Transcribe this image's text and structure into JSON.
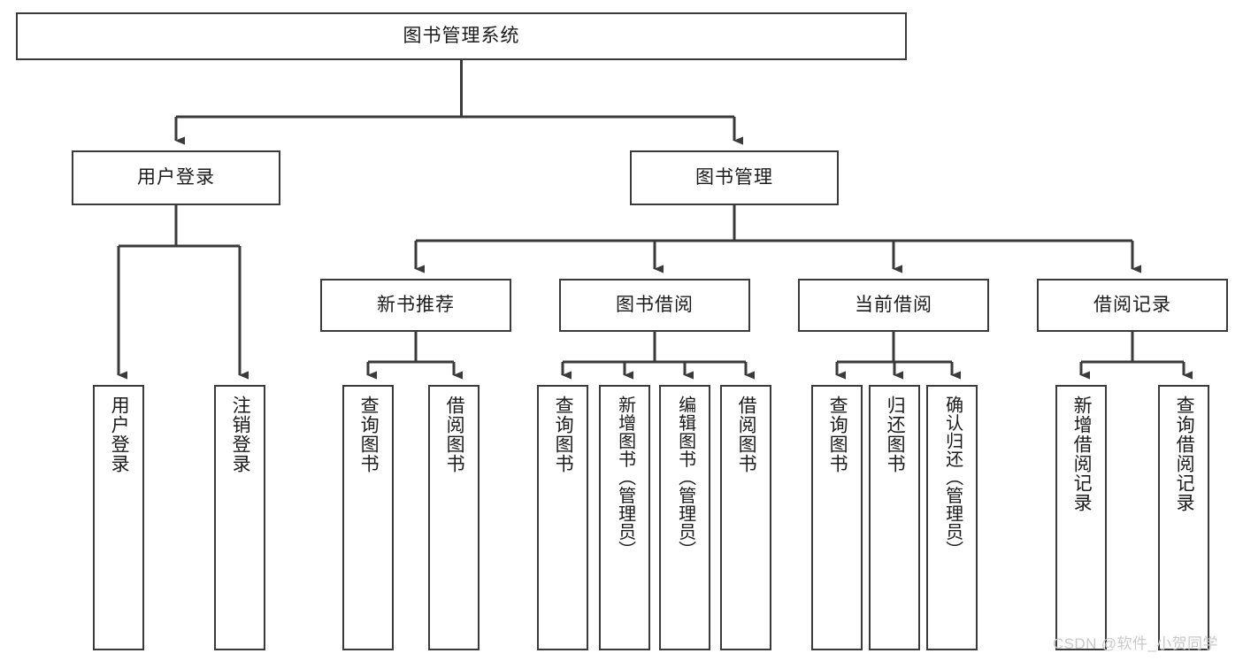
{
  "diagram": {
    "title": "图书管理系统",
    "type": "功能结构图",
    "watermark": "CSDN @软件_小贺同学",
    "colors": {
      "background": "#ffffff",
      "box_border": "#3a3a3a",
      "box_fill": "#ffffff",
      "text": "#1b1b1b",
      "connector": "#3a3a3a",
      "watermark": "#c9c9c9"
    },
    "root": {
      "id": "root",
      "label": "图书管理系统"
    },
    "level2": [
      {
        "id": "user-login",
        "label": "用户登录"
      },
      {
        "id": "book-manage",
        "label": "图书管理"
      }
    ],
    "level3": [
      {
        "id": "new-book-rec",
        "label": "新书推荐"
      },
      {
        "id": "book-borrow",
        "label": "图书借阅"
      },
      {
        "id": "current-borrow",
        "label": "当前借阅"
      },
      {
        "id": "borrow-record",
        "label": "借阅记录"
      }
    ],
    "leaves": [
      {
        "id": "leaf-user-login",
        "label": "用户登录",
        "parent": "user-login"
      },
      {
        "id": "leaf-user-logout",
        "label": "注销登录",
        "parent": "user-login"
      },
      {
        "id": "leaf-rec-query-book",
        "label": "查询图书",
        "parent": "new-book-rec"
      },
      {
        "id": "leaf-rec-borrow-book",
        "label": "借阅图书",
        "parent": "new-book-rec"
      },
      {
        "id": "leaf-bb-query-book",
        "label": "查询图书",
        "parent": "book-borrow"
      },
      {
        "id": "leaf-bb-add-book",
        "label": "新增图书（管理员）",
        "parent": "book-borrow"
      },
      {
        "id": "leaf-bb-edit-book",
        "label": "编辑图书（管理员）",
        "parent": "book-borrow"
      },
      {
        "id": "leaf-bb-borrow-book",
        "label": "借阅图书",
        "parent": "book-borrow"
      },
      {
        "id": "leaf-cb-query-book",
        "label": "查询图书",
        "parent": "current-borrow"
      },
      {
        "id": "leaf-cb-return-book",
        "label": "归还图书",
        "parent": "current-borrow"
      },
      {
        "id": "leaf-cb-confirm-return",
        "label": "确认归还（管理员）",
        "parent": "current-borrow"
      },
      {
        "id": "leaf-br-add-record",
        "label": "新增借阅记录",
        "parent": "borrow-record"
      },
      {
        "id": "leaf-br-query-record",
        "label": "查询借阅记录",
        "parent": "borrow-record"
      }
    ]
  }
}
